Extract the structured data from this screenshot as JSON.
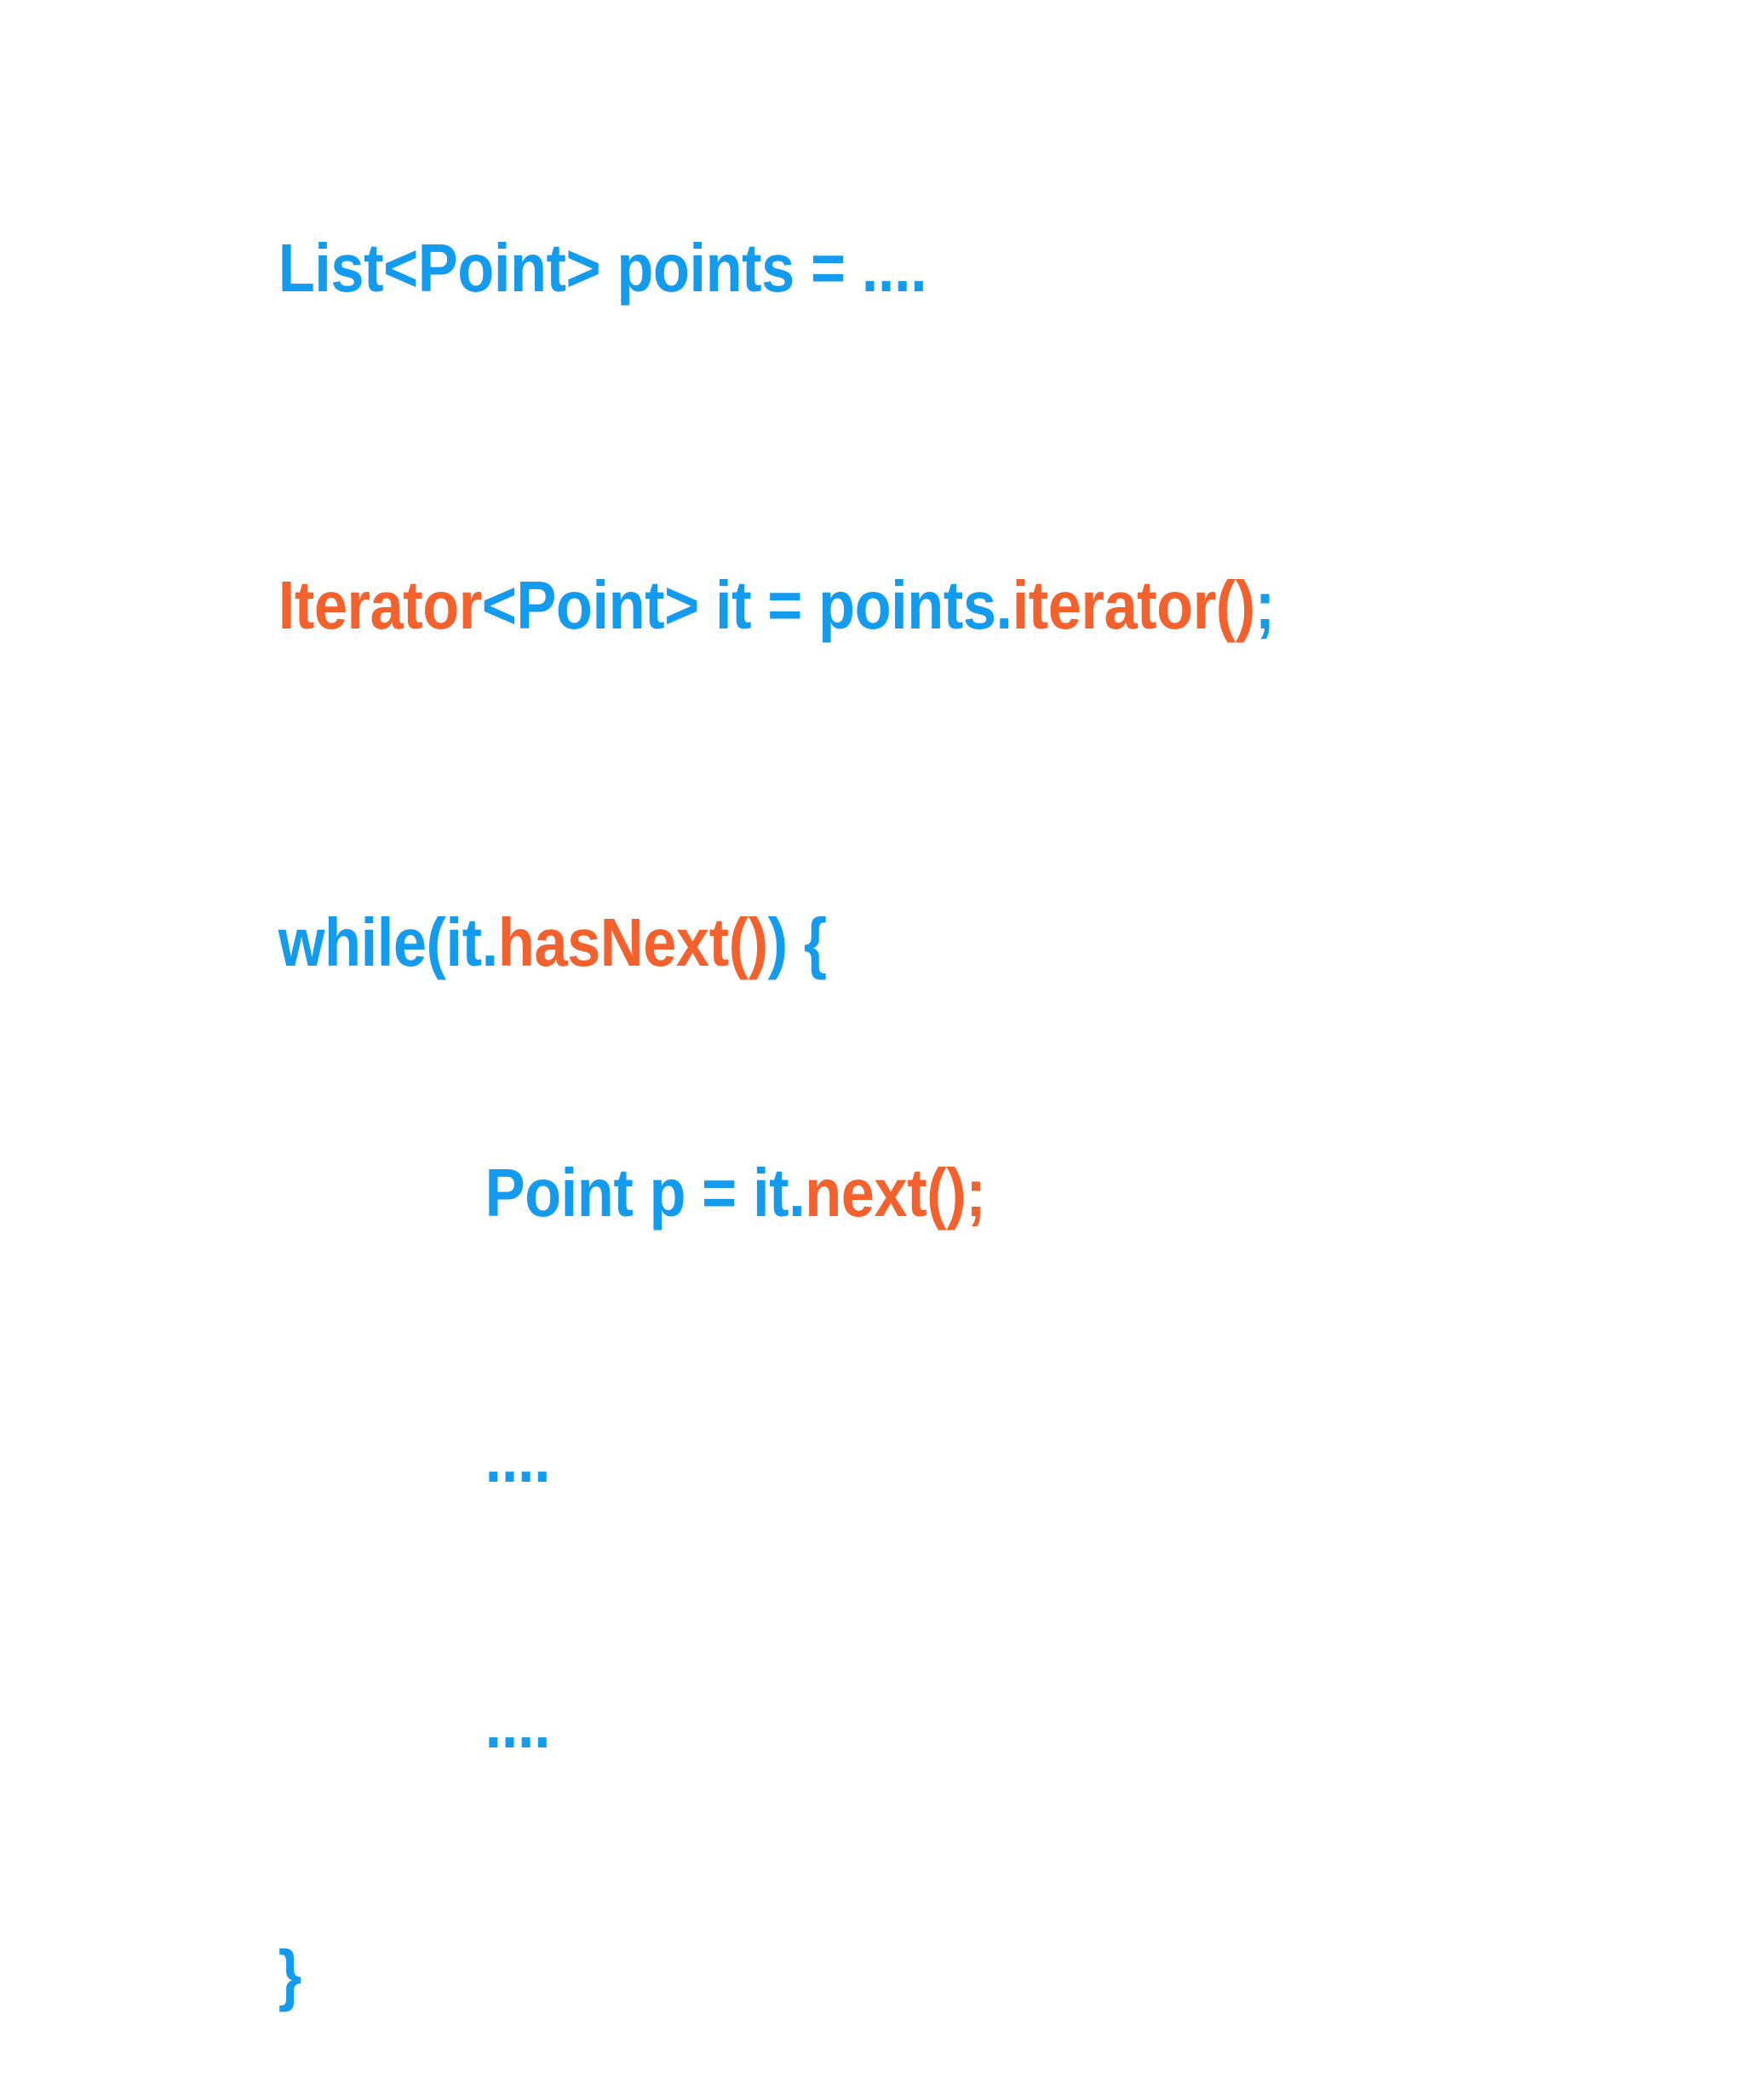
{
  "slide": {
    "background_color": "#ffffff",
    "type": "code-snippet-slide",
    "language": "java"
  },
  "palette": {
    "blue": "#139BEF",
    "orange": "#F5612C",
    "background": "#ffffff"
  },
  "code": {
    "full_text": "List<Point> points = ....\n\nIterator<Point> it = points.iterator();\n\nwhile(it.hasNext()) {\n        Point p = it.next();\n    ....\n    ....\n}",
    "lines": [
      {
        "id": "line-1",
        "indent": 0,
        "tokens": [
          {
            "text": "List<Point> points = ....",
            "color": "blue"
          }
        ]
      },
      {
        "id": "line-2",
        "indent": 0,
        "tokens": [
          {
            "text": "Iterator",
            "color": "orange"
          },
          {
            "text": "<Point> it = points.",
            "color": "blue"
          },
          {
            "text": "iterator()",
            "color": "orange"
          },
          {
            "text": ";",
            "color": "blue"
          }
        ]
      },
      {
        "id": "line-3",
        "indent": 0,
        "tokens": [
          {
            "text": "while(it.",
            "color": "blue"
          },
          {
            "text": "hasNext()",
            "color": "orange"
          },
          {
            "text": ") {",
            "color": "blue"
          }
        ]
      },
      {
        "id": "line-4",
        "indent": 1,
        "tokens": [
          {
            "text": "Point p = it.",
            "color": "blue"
          },
          {
            "text": "next();",
            "color": "orange"
          }
        ]
      },
      {
        "id": "line-5",
        "indent": 1,
        "tokens": [
          {
            "text": "....",
            "color": "blue"
          }
        ]
      },
      {
        "id": "line-6",
        "indent": 1,
        "tokens": [
          {
            "text": "....",
            "color": "blue"
          }
        ]
      },
      {
        "id": "line-7",
        "indent": 0,
        "tokens": [
          {
            "text": "}",
            "color": "blue"
          }
        ]
      }
    ]
  }
}
